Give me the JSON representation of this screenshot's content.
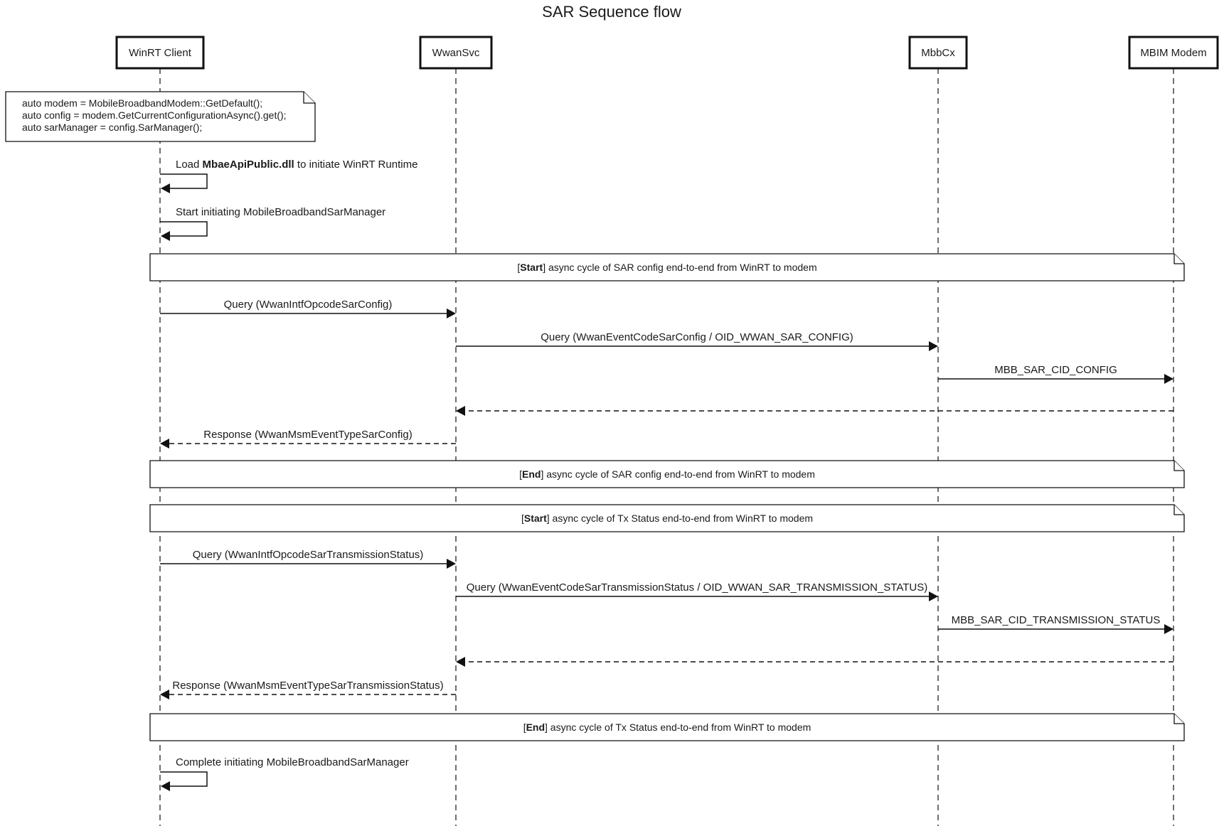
{
  "title": "SAR Sequence flow",
  "actors": [
    {
      "id": "client",
      "label": "WinRT Client"
    },
    {
      "id": "svc",
      "label": "WwanSvc"
    },
    {
      "id": "mbbcx",
      "label": "MbbCx"
    },
    {
      "id": "modem",
      "label": "MBIM Modem"
    }
  ],
  "code_note": {
    "lines": [
      "auto modem = MobileBroadbandModem::GetDefault();",
      "auto config = modem.GetCurrentConfigurationAsync().get();",
      "auto sarManager = config.SarManager();"
    ]
  },
  "events": [
    {
      "kind": "self",
      "actor": "client",
      "segments": [
        {
          "text": "Load ",
          "bold": false
        },
        {
          "text": "MbaeApiPublic.dll",
          "bold": true
        },
        {
          "text": " to initiate WinRT Runtime",
          "bold": false
        }
      ]
    },
    {
      "kind": "self",
      "actor": "client",
      "segments": [
        {
          "text": "Start initiating MobileBroadbandSarManager",
          "bold": false
        }
      ]
    },
    {
      "kind": "banner",
      "segments": [
        {
          "text": "[",
          "bold": false
        },
        {
          "text": "Start",
          "bold": true
        },
        {
          "text": "] async cycle of SAR config end-to-end from WinRT to modem",
          "bold": false
        }
      ]
    },
    {
      "kind": "msg",
      "from": "client",
      "to": "svc",
      "style": "solid",
      "label": "Query (WwanIntfOpcodeSarConfig)"
    },
    {
      "kind": "msg",
      "from": "svc",
      "to": "mbbcx",
      "style": "solid",
      "label": "Query (WwanEventCodeSarConfig / OID_WWAN_SAR_CONFIG)"
    },
    {
      "kind": "msg",
      "from": "mbbcx",
      "to": "modem",
      "style": "solid",
      "label": "MBB_SAR_CID_CONFIG"
    },
    {
      "kind": "msg",
      "from": "modem",
      "to": "svc",
      "style": "dashed",
      "label": ""
    },
    {
      "kind": "msg",
      "from": "svc",
      "to": "client",
      "style": "dashed",
      "label": "Response (WwanMsmEventTypeSarConfig)"
    },
    {
      "kind": "banner",
      "segments": [
        {
          "text": "[",
          "bold": false
        },
        {
          "text": "End",
          "bold": true
        },
        {
          "text": "] async cycle of SAR config end-to-end from WinRT to modem",
          "bold": false
        }
      ]
    },
    {
      "kind": "banner",
      "segments": [
        {
          "text": "[",
          "bold": false
        },
        {
          "text": "Start",
          "bold": true
        },
        {
          "text": "] async cycle of Tx Status end-to-end from WinRT to modem",
          "bold": false
        }
      ]
    },
    {
      "kind": "msg",
      "from": "client",
      "to": "svc",
      "style": "solid",
      "label": "Query (WwanIntfOpcodeSarTransmissionStatus)"
    },
    {
      "kind": "msg",
      "from": "svc",
      "to": "mbbcx",
      "style": "solid",
      "label": "Query (WwanEventCodeSarTransmissionStatus / OID_WWAN_SAR_TRANSMISSION_STATUS)"
    },
    {
      "kind": "msg",
      "from": "mbbcx",
      "to": "modem",
      "style": "solid",
      "label": "MBB_SAR_CID_TRANSMISSION_STATUS"
    },
    {
      "kind": "msg",
      "from": "modem",
      "to": "svc",
      "style": "dashed",
      "label": ""
    },
    {
      "kind": "msg",
      "from": "svc",
      "to": "client",
      "style": "dashed",
      "label": "Response (WwanMsmEventTypeSarTransmissionStatus)"
    },
    {
      "kind": "banner",
      "segments": [
        {
          "text": "[",
          "bold": false
        },
        {
          "text": "End",
          "bold": true
        },
        {
          "text": "] async cycle of Tx Status end-to-end from WinRT to modem",
          "bold": false
        }
      ]
    },
    {
      "kind": "self",
      "actor": "client",
      "segments": [
        {
          "text": "Complete initiating MobileBroadbandSarManager",
          "bold": false
        }
      ]
    }
  ]
}
